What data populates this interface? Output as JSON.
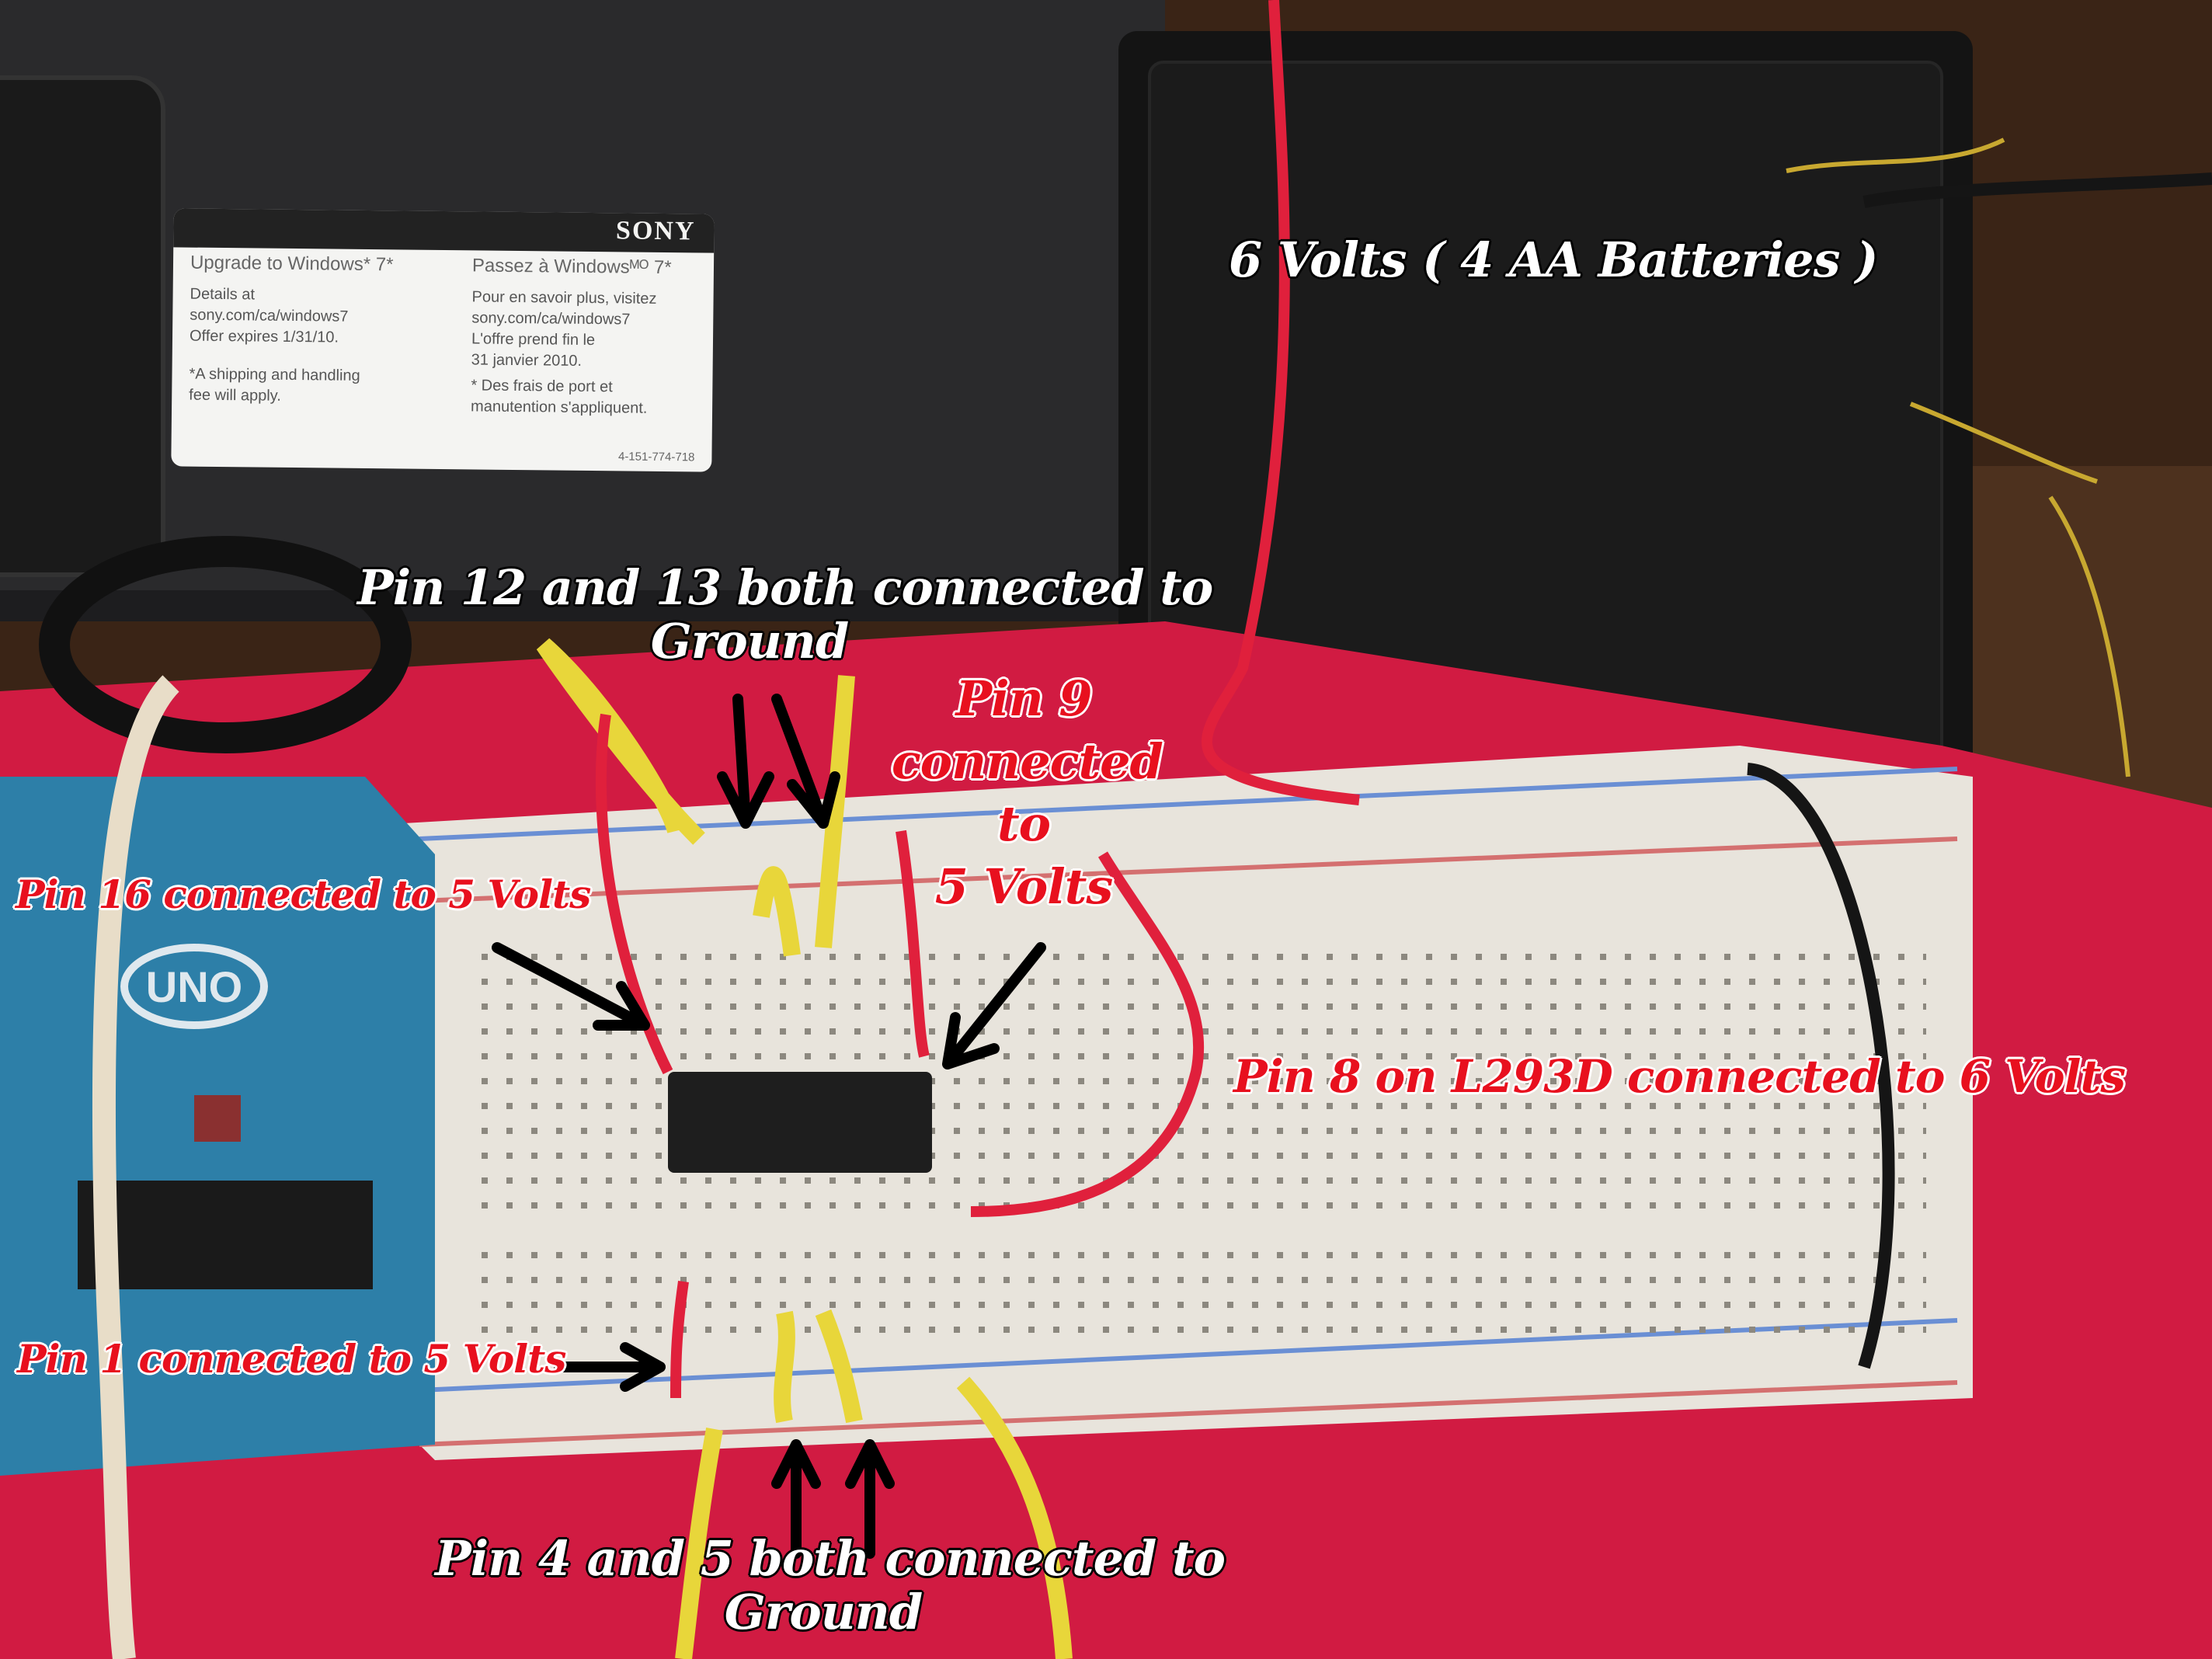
{
  "sticker": {
    "brand": "SONY",
    "english": {
      "heading": "Upgrade to Windows* 7*",
      "details": [
        "Details at",
        "sony.com/ca/windows7",
        "Offer expires 1/31/10."
      ],
      "note": [
        "*A shipping and handling",
        "fee will apply."
      ]
    },
    "french": {
      "heading": "Passez à Windowsᴹᴼ 7*",
      "details": [
        "Pour en savoir plus, visitez",
        "sony.com/ca/windows7",
        "L'offre prend fin le",
        "31 janvier 2010."
      ],
      "note": [
        "* Des frais de port et",
        "manutention s'appliquent."
      ]
    },
    "code": "4-151-774-718"
  },
  "labels": {
    "battery": "6 Volts ( 4 AA Batteries )",
    "pins_12_13": [
      "Pin 12 and 13 both connected to",
      "Ground"
    ],
    "pin_9": [
      "Pin  9",
      "connected",
      "to",
      "5 Volts"
    ],
    "pin_16": "Pin  16 connected to 5 Volts",
    "pin_8": "Pin 8 on L293D connected to 6 Volts",
    "pin_1": "Pin  1 connected to 5 Volts",
    "pins_4_5": [
      "Pin 4 and 5 both connected to",
      "Ground"
    ]
  },
  "board": {
    "logo": "UNO"
  },
  "colors": {
    "desk": "#3a2416",
    "laptop": "#2a2a2c",
    "battery_pack": "#141414",
    "mat": "#d11b42",
    "breadboard": "#e8e4dc",
    "arduino": "#2d7fa8",
    "wire_red": "#e0203c",
    "wire_yellow": "#e8d63a",
    "label_red": "#e8101e"
  }
}
